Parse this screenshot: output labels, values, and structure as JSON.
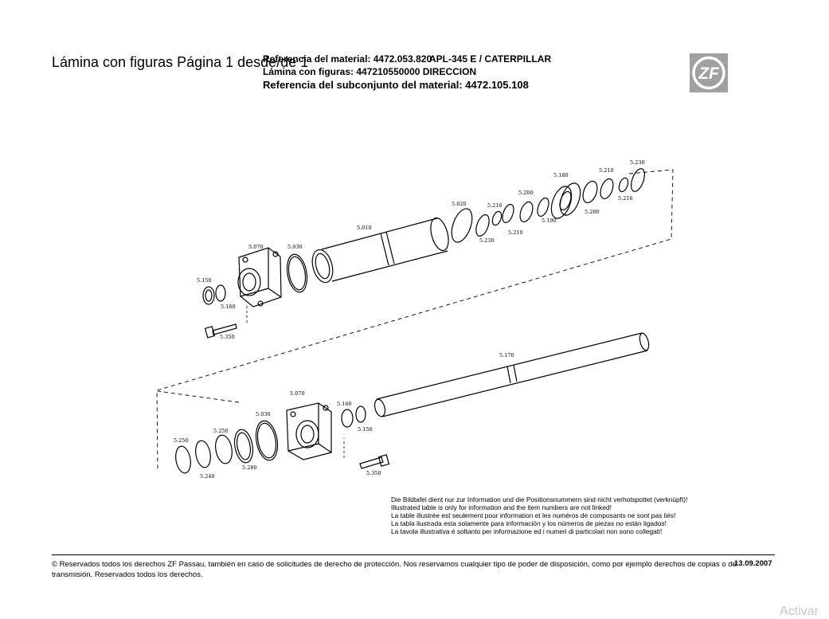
{
  "header": {
    "page_title": "Lámina con figuras Página 1 desde/de 1",
    "ref_material": "Referencia del material: 4472.053.820",
    "ref_model": "APL-345 E / CATERPILLAR",
    "lamina": "Lámina con figuras: 447210550000   DIRECCION",
    "subconjunto": "Referencia del subconjunto del material: 4472.105.108",
    "logo_text": "ZF"
  },
  "drawing": {
    "labels": {
      "l5230a": "5.230",
      "l5210a": "5.210",
      "l5180": "5.180",
      "l5216a": "5.216",
      "l5200a": "5.200",
      "l5200b": "5.200",
      "l5020": "5.020",
      "l5216b": "5.216",
      "l5190": "5.190",
      "l5210b": "5.210",
      "l5230b": "5.230",
      "l5010": "5.010",
      "l5070a": "5.070",
      "l5030a": "5.030",
      "l5150a": "5.150",
      "l5160a": "5.160",
      "l5350a": "5.350",
      "l5170": "5.170",
      "l5070b": "5.070",
      "l5160b": "5.160",
      "l5150b": "5.150",
      "l5030b": "5.030",
      "l5250a": "5.250",
      "l5250b": "5.250",
      "l5240": "5.240",
      "l5280": "5.280",
      "l5350b": "5.350"
    }
  },
  "notes": [
    "Die Bildtafel dient nur zur Information und die Positionsnummern sind nicht verhotspottet (verknüpft)!",
    "Illustrated table is only for information and the item numbers are not linked!",
    "La table illustrée est seulement pour information et les numéros de composants ne sont pas liés!",
    "La tabla ilustrada esta solamente para información y los números de piezas no están ligados!",
    "La tavola illustrativa é soltanto per informazione ed i numeri di particolari non sono collegati!"
  ],
  "footer": {
    "copyright": "© Reservados todos los derechos ZF Passau, también en caso de solicitudes de derecho de protección. Nos reservamos cualquier tipo de poder de disposición, como por ejemplo derechos de copias o de transmisión. Reservados todos los derechos.",
    "date": "13.09.2007"
  },
  "watermark": "Activar"
}
